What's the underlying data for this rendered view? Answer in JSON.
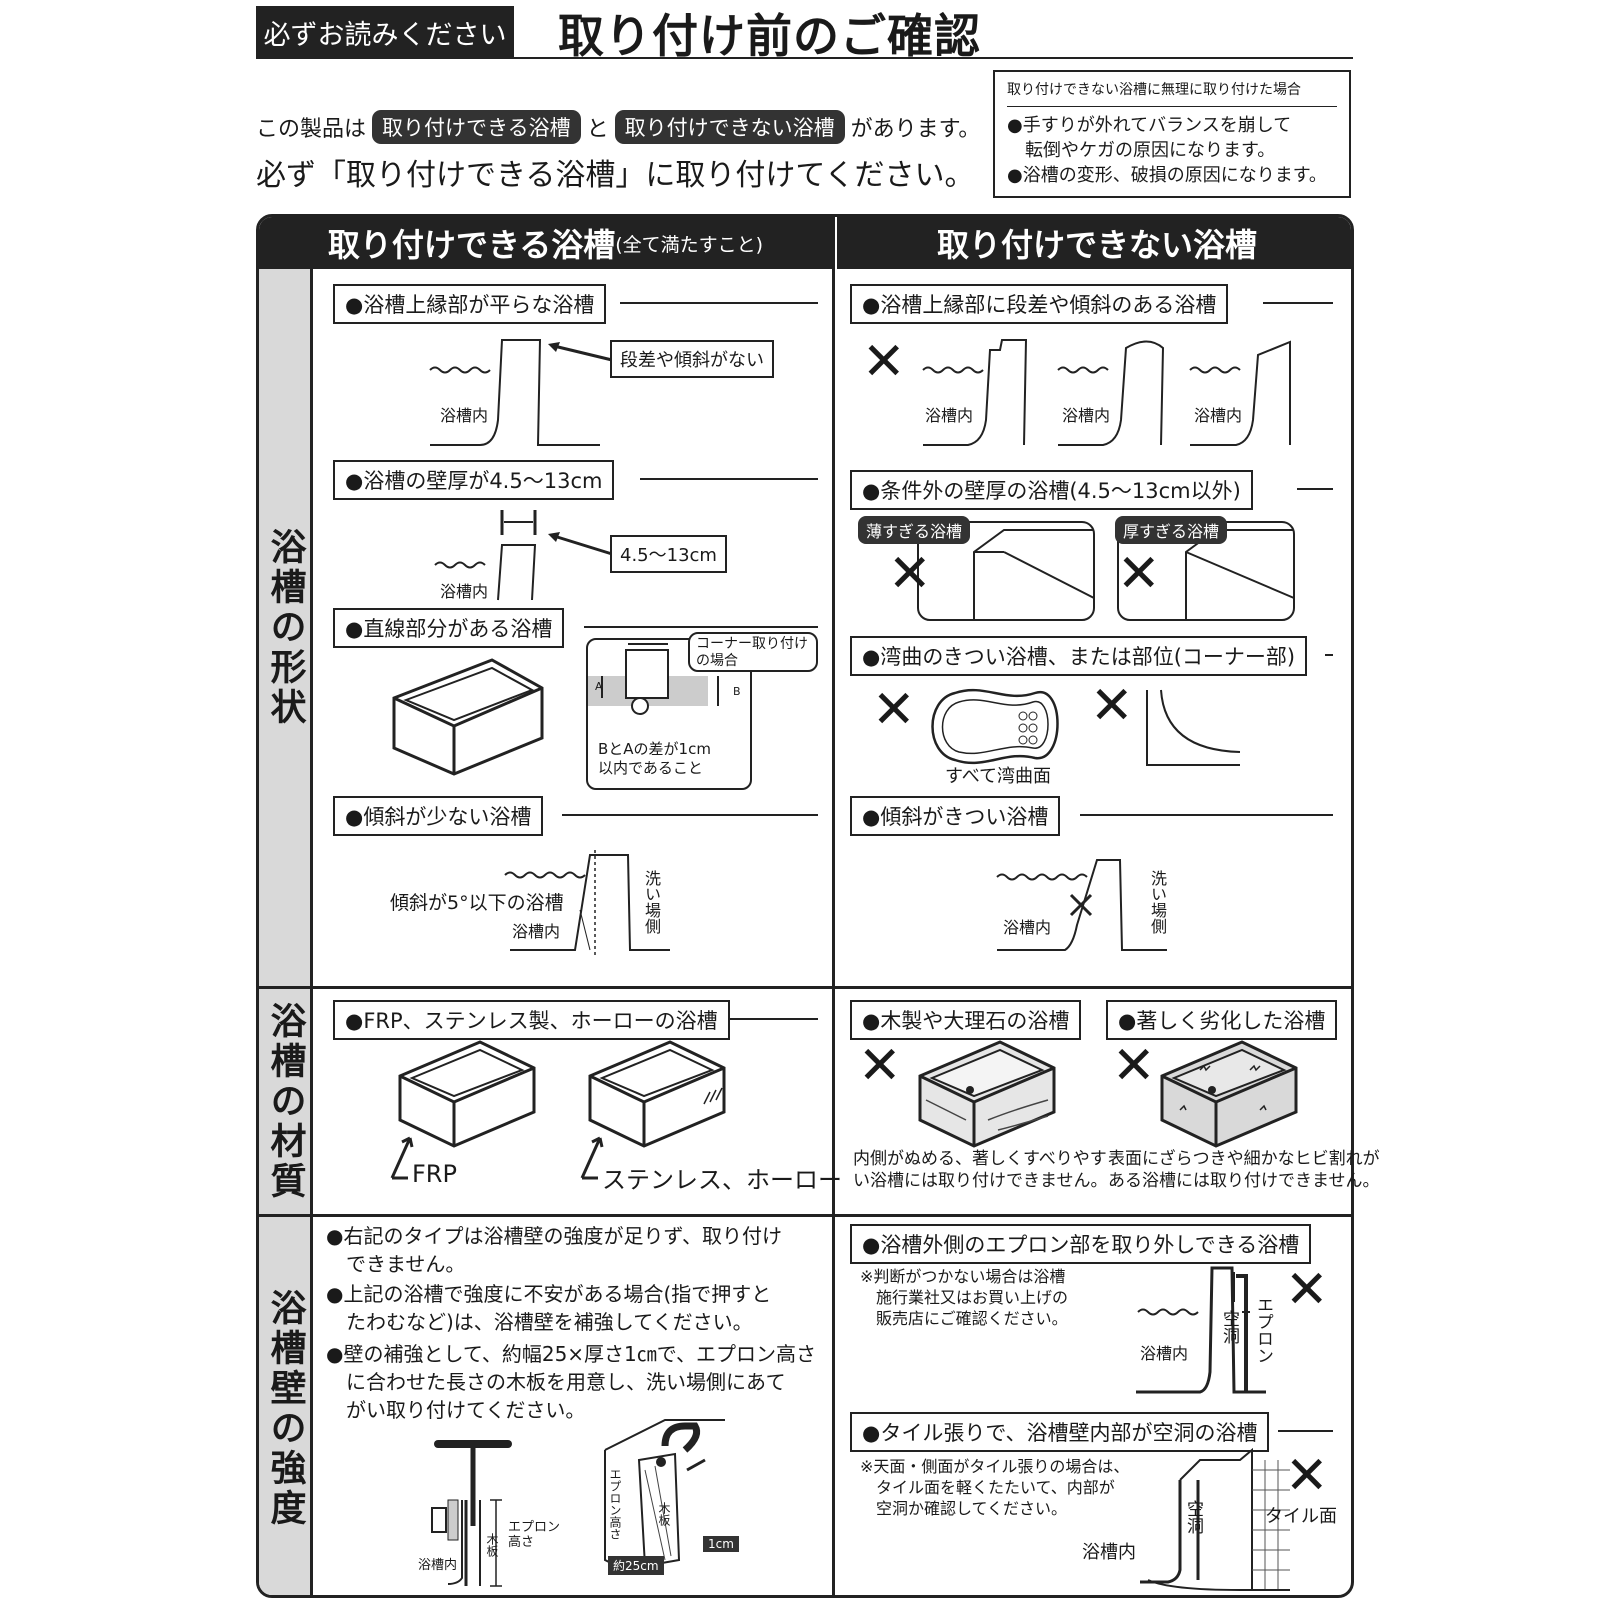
{
  "header": {
    "badge": "必ずお読みください",
    "title": "取り付け前のご確認"
  },
  "intro": {
    "line1_pre": "この製品は",
    "pill_ok": "取り付けできる浴槽",
    "line1_mid": "と",
    "pill_ng": "取り付けできない浴槽",
    "line1_post": "があります。",
    "line2": "必ず「取り付けできる浴槽」に取り付けてください。"
  },
  "warning_box": {
    "title": "取り付けできない浴槽に無理に取り付けた場合",
    "item1": "●手すりが外れてバランスを崩して",
    "item1b": "　転倒やケガの原因になります。",
    "item2": "●浴槽の変形、破損の原因になります。"
  },
  "columns": {
    "ok_title": "取り付けできる浴槽",
    "ok_note": "(全て満たすこと)",
    "ng_title": "取り付けできない浴槽"
  },
  "sections": {
    "shape": "浴槽の形状",
    "material": "浴槽の材質",
    "strength": "浴槽壁の強度"
  },
  "ok_shape": {
    "flat_label": "●浴槽上縁部が平らな浴槽",
    "flat_callout": "段差や傾斜がない",
    "inside": "浴槽内",
    "thick_label": "●浴槽の壁厚が4.5～13cm",
    "thick_callout": "4.5～13cm",
    "straight_label": "●直線部分がある浴槽",
    "corner_title": "コーナー取り付け\nの場合",
    "corner_a": "A",
    "corner_b": "B",
    "corner_note": "BとAの差が1cm\n以内であること",
    "slope_label": "●傾斜が少ない浴槽",
    "slope_text": "傾斜が5°以下の浴槽",
    "wash_side": "洗い場側"
  },
  "ng_shape": {
    "step_label": "●浴槽上縁部に段差や傾斜のある浴槽",
    "inside": "浴槽内",
    "thick_label": "●条件外の壁厚の浴槽(4.5～13cm以外)",
    "too_thin": "薄すぎる浴槽",
    "too_thick": "厚すぎる浴槽",
    "curve_label": "●湾曲のきつい浴槽、または部位(コーナー部)",
    "all_curved": "すべて湾曲面",
    "steep_label": "●傾斜がきつい浴槽",
    "wash_side": "洗い場側"
  },
  "ok_material": {
    "label": "●FRP、ステンレス製、ホーローの浴槽",
    "frp": "FRP",
    "steel": "ステンレス、ホーロー"
  },
  "ng_material": {
    "wood_label": "●木製や大理石の浴槽",
    "degraded_label": "●著しく劣化した浴槽",
    "wood_note": "内側がぬめる、著しくすべりやす\nい浴槽には取り付けできません。",
    "degraded_note": "表面にざらつきや細かなヒビ割れが\nある浴槽には取り付けできません。"
  },
  "ok_strength": {
    "p1": "●右記のタイプは浴槽壁の強度が足りず、取り付け\n　できません。",
    "p2": "●上記の浴槽で強度に不安がある場合(指で押すと\n　たわむなど)は、浴槽壁を補強してください。",
    "p3": "●壁の補強として、約幅25×厚さ1㎝で、エプロン高さ\n　に合わせた長さの木板を用意し、洗い場側にあて\n　がい取り付けてください。",
    "inside": "浴槽内",
    "board": "木板",
    "apron_height": "エプロン\n高さ",
    "apron_height_v": "エプロン高さ",
    "board_v": "木板",
    "w25": "約25cm",
    "t1": "1cm"
  },
  "ng_strength": {
    "apron_label": "●浴槽外側のエプロン部を取り外しできる浴槽",
    "apron_note": "※判断がつかない場合は浴槽\n　施行業社又はお買い上げの\n　販売店にご確認ください。",
    "inside": "浴槽内",
    "void": "空洞",
    "apron": "エプロン",
    "tile_label": "●タイル張りで、浴槽壁内部が空洞の浴槽",
    "tile_note": "※天面・側面がタイル張りの場合は、\n　タイル面を軽くたたいて、内部が\n　空洞か確認してください。",
    "tile_face": "タイル面",
    "x_mark": "✕"
  }
}
